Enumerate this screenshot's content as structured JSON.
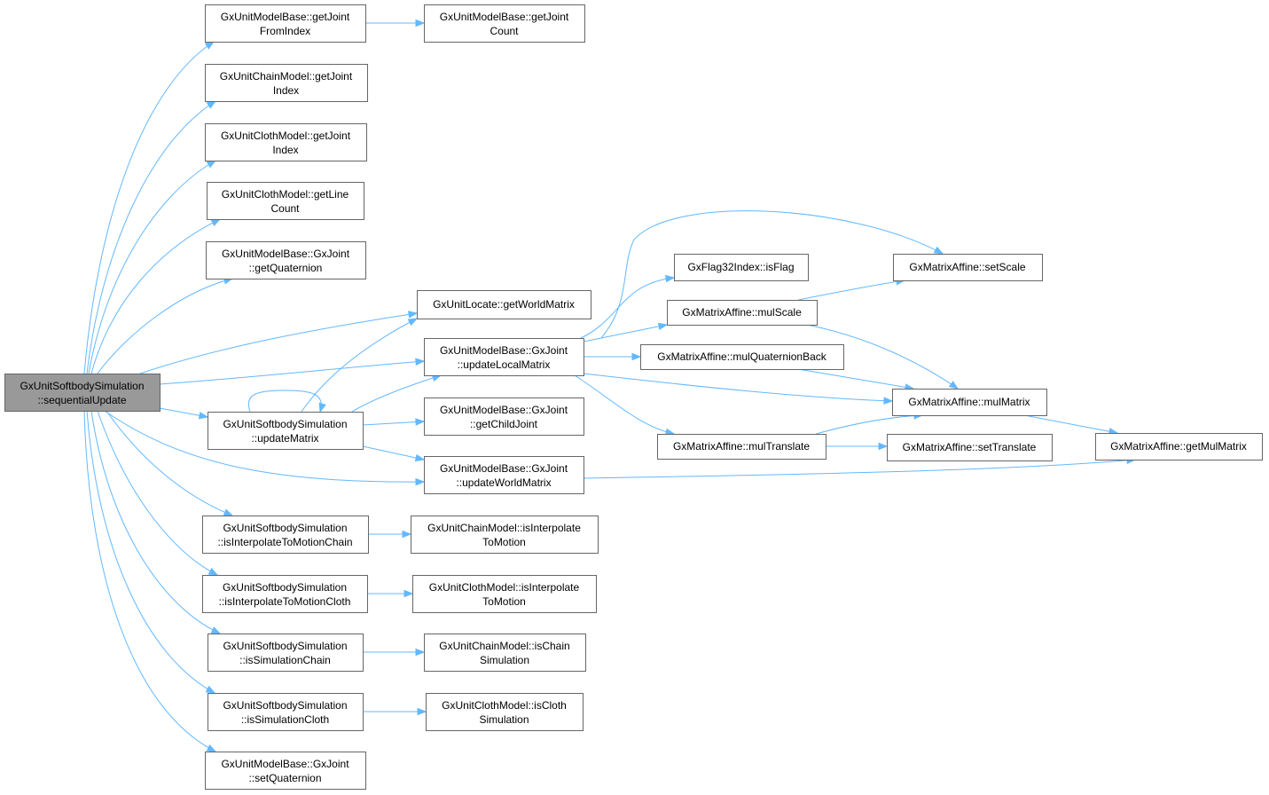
{
  "colors": {
    "edge": "#63b8ff",
    "node_border": "#666666",
    "root_fill": "#999999",
    "node_fill": "#ffffff"
  },
  "nodes": [
    {
      "id": "root",
      "line1": "GxUnitSoftbodySimulation",
      "line2": "::sequentialUpdate",
      "root": true
    },
    {
      "id": "getJointFromIndex",
      "line1": "GxUnitModelBase::getJoint",
      "line2": "FromIndex"
    },
    {
      "id": "getJointCount",
      "line1": "GxUnitModelBase::getJoint",
      "line2": "Count"
    },
    {
      "id": "chainGetJointIndex",
      "line1": "GxUnitChainModel::getJoint",
      "line2": "Index"
    },
    {
      "id": "clothGetJointIndex",
      "line1": "GxUnitClothModel::getJoint",
      "line2": "Index"
    },
    {
      "id": "clothGetLineCount",
      "line1": "GxUnitClothModel::getLine",
      "line2": "Count"
    },
    {
      "id": "getQuaternion",
      "line1": "GxUnitModelBase::GxJoint",
      "line2": "::getQuaternion"
    },
    {
      "id": "getWorldMatrix",
      "line1": "GxUnitLocate::getWorldMatrix",
      "line2": ""
    },
    {
      "id": "updateLocalMatrix",
      "line1": "GxUnitModelBase::GxJoint",
      "line2": "::updateLocalMatrix"
    },
    {
      "id": "updateMatrix",
      "line1": "GxUnitSoftbodySimulation",
      "line2": "::updateMatrix"
    },
    {
      "id": "getChildJoint",
      "line1": "GxUnitModelBase::GxJoint",
      "line2": "::getChildJoint"
    },
    {
      "id": "updateWorldMatrix",
      "line1": "GxUnitModelBase::GxJoint",
      "line2": "::updateWorldMatrix"
    },
    {
      "id": "isInterpChainSim",
      "line1": "GxUnitSoftbodySimulation",
      "line2": "::isInterpolateToMotionChain"
    },
    {
      "id": "chainIsInterp",
      "line1": "GxUnitChainModel::isInterpolate",
      "line2": "ToMotion"
    },
    {
      "id": "isInterpClothSim",
      "line1": "GxUnitSoftbodySimulation",
      "line2": "::isInterpolateToMotionCloth"
    },
    {
      "id": "clothIsInterp",
      "line1": "GxUnitClothModel::isInterpolate",
      "line2": "ToMotion"
    },
    {
      "id": "isSimChain",
      "line1": "GxUnitSoftbodySimulation",
      "line2": "::isSimulationChain"
    },
    {
      "id": "chainIsChainSim",
      "line1": "GxUnitChainModel::isChain",
      "line2": "Simulation"
    },
    {
      "id": "isSimCloth",
      "line1": "GxUnitSoftbodySimulation",
      "line2": "::isSimulationCloth"
    },
    {
      "id": "clothIsClothSim",
      "line1": "GxUnitClothModel::isCloth",
      "line2": "Simulation"
    },
    {
      "id": "setQuaternion",
      "line1": "GxUnitModelBase::GxJoint",
      "line2": "::setQuaternion"
    },
    {
      "id": "isFlag",
      "line1": "GxFlag32Index::isFlag",
      "line2": ""
    },
    {
      "id": "mulScale",
      "line1": "GxMatrixAffine::mulScale",
      "line2": ""
    },
    {
      "id": "mulQuatBack",
      "line1": "GxMatrixAffine::mulQuaternionBack",
      "line2": ""
    },
    {
      "id": "mulTranslate",
      "line1": "GxMatrixAffine::mulTranslate",
      "line2": ""
    },
    {
      "id": "setScale",
      "line1": "GxMatrixAffine::setScale",
      "line2": ""
    },
    {
      "id": "mulMatrix",
      "line1": "GxMatrixAffine::mulMatrix",
      "line2": ""
    },
    {
      "id": "setTranslate",
      "line1": "GxMatrixAffine::setTranslate",
      "line2": ""
    },
    {
      "id": "getMulMatrix",
      "line1": "GxMatrixAffine::getMulMatrix",
      "line2": ""
    }
  ],
  "edges": [
    [
      "root",
      "getJointFromIndex"
    ],
    [
      "getJointFromIndex",
      "getJointCount"
    ],
    [
      "root",
      "chainGetJointIndex"
    ],
    [
      "root",
      "clothGetJointIndex"
    ],
    [
      "root",
      "clothGetLineCount"
    ],
    [
      "root",
      "getQuaternion"
    ],
    [
      "root",
      "getWorldMatrix"
    ],
    [
      "root",
      "updateLocalMatrix"
    ],
    [
      "root",
      "updateMatrix"
    ],
    [
      "root",
      "updateWorldMatrix"
    ],
    [
      "root",
      "isInterpChainSim"
    ],
    [
      "root",
      "isInterpClothSim"
    ],
    [
      "root",
      "isSimChain"
    ],
    [
      "root",
      "isSimCloth"
    ],
    [
      "root",
      "setQuaternion"
    ],
    [
      "updateMatrix",
      "updateMatrix"
    ],
    [
      "updateMatrix",
      "getWorldMatrix"
    ],
    [
      "updateMatrix",
      "updateLocalMatrix"
    ],
    [
      "updateMatrix",
      "getChildJoint"
    ],
    [
      "updateMatrix",
      "updateWorldMatrix"
    ],
    [
      "updateLocalMatrix",
      "setScale"
    ],
    [
      "updateLocalMatrix",
      "isFlag"
    ],
    [
      "updateLocalMatrix",
      "mulScale"
    ],
    [
      "updateLocalMatrix",
      "mulQuatBack"
    ],
    [
      "updateLocalMatrix",
      "mulMatrix"
    ],
    [
      "updateLocalMatrix",
      "mulTranslate"
    ],
    [
      "mulScale",
      "setScale"
    ],
    [
      "mulScale",
      "mulMatrix"
    ],
    [
      "mulQuatBack",
      "mulMatrix"
    ],
    [
      "mulTranslate",
      "mulMatrix"
    ],
    [
      "mulTranslate",
      "setTranslate"
    ],
    [
      "mulMatrix",
      "getMulMatrix"
    ],
    [
      "updateWorldMatrix",
      "getMulMatrix"
    ],
    [
      "isInterpChainSim",
      "chainIsInterp"
    ],
    [
      "isInterpClothSim",
      "clothIsInterp"
    ],
    [
      "isSimChain",
      "chainIsChainSim"
    ],
    [
      "isSimCloth",
      "clothIsClothSim"
    ]
  ]
}
